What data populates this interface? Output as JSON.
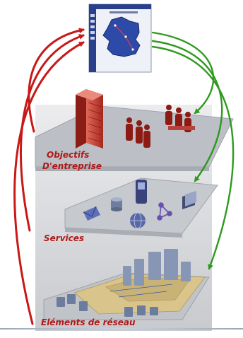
{
  "layers": {
    "business": {
      "line1": "Objectifs",
      "line2": "D'entreprise"
    },
    "services": {
      "label": "Services"
    },
    "network": {
      "label": "Eléments de réseau"
    }
  },
  "colors": {
    "arrow_up": "#c81818",
    "arrow_down": "#2e9a1e",
    "label": "#b01818",
    "slab": "#bfc2c8",
    "backdrop": "#d4d6da",
    "map_bg": "#eef1f7",
    "map_sidebar": "#2a3f8c"
  },
  "icons": [
    "monitor-map-icon",
    "office-tower-icon",
    "people-group-icon",
    "server-icon",
    "database-icon",
    "envelope-icon",
    "globe-icon",
    "network-nodes-icon",
    "folder-icon",
    "workstation-icon",
    "hub-icon"
  ]
}
